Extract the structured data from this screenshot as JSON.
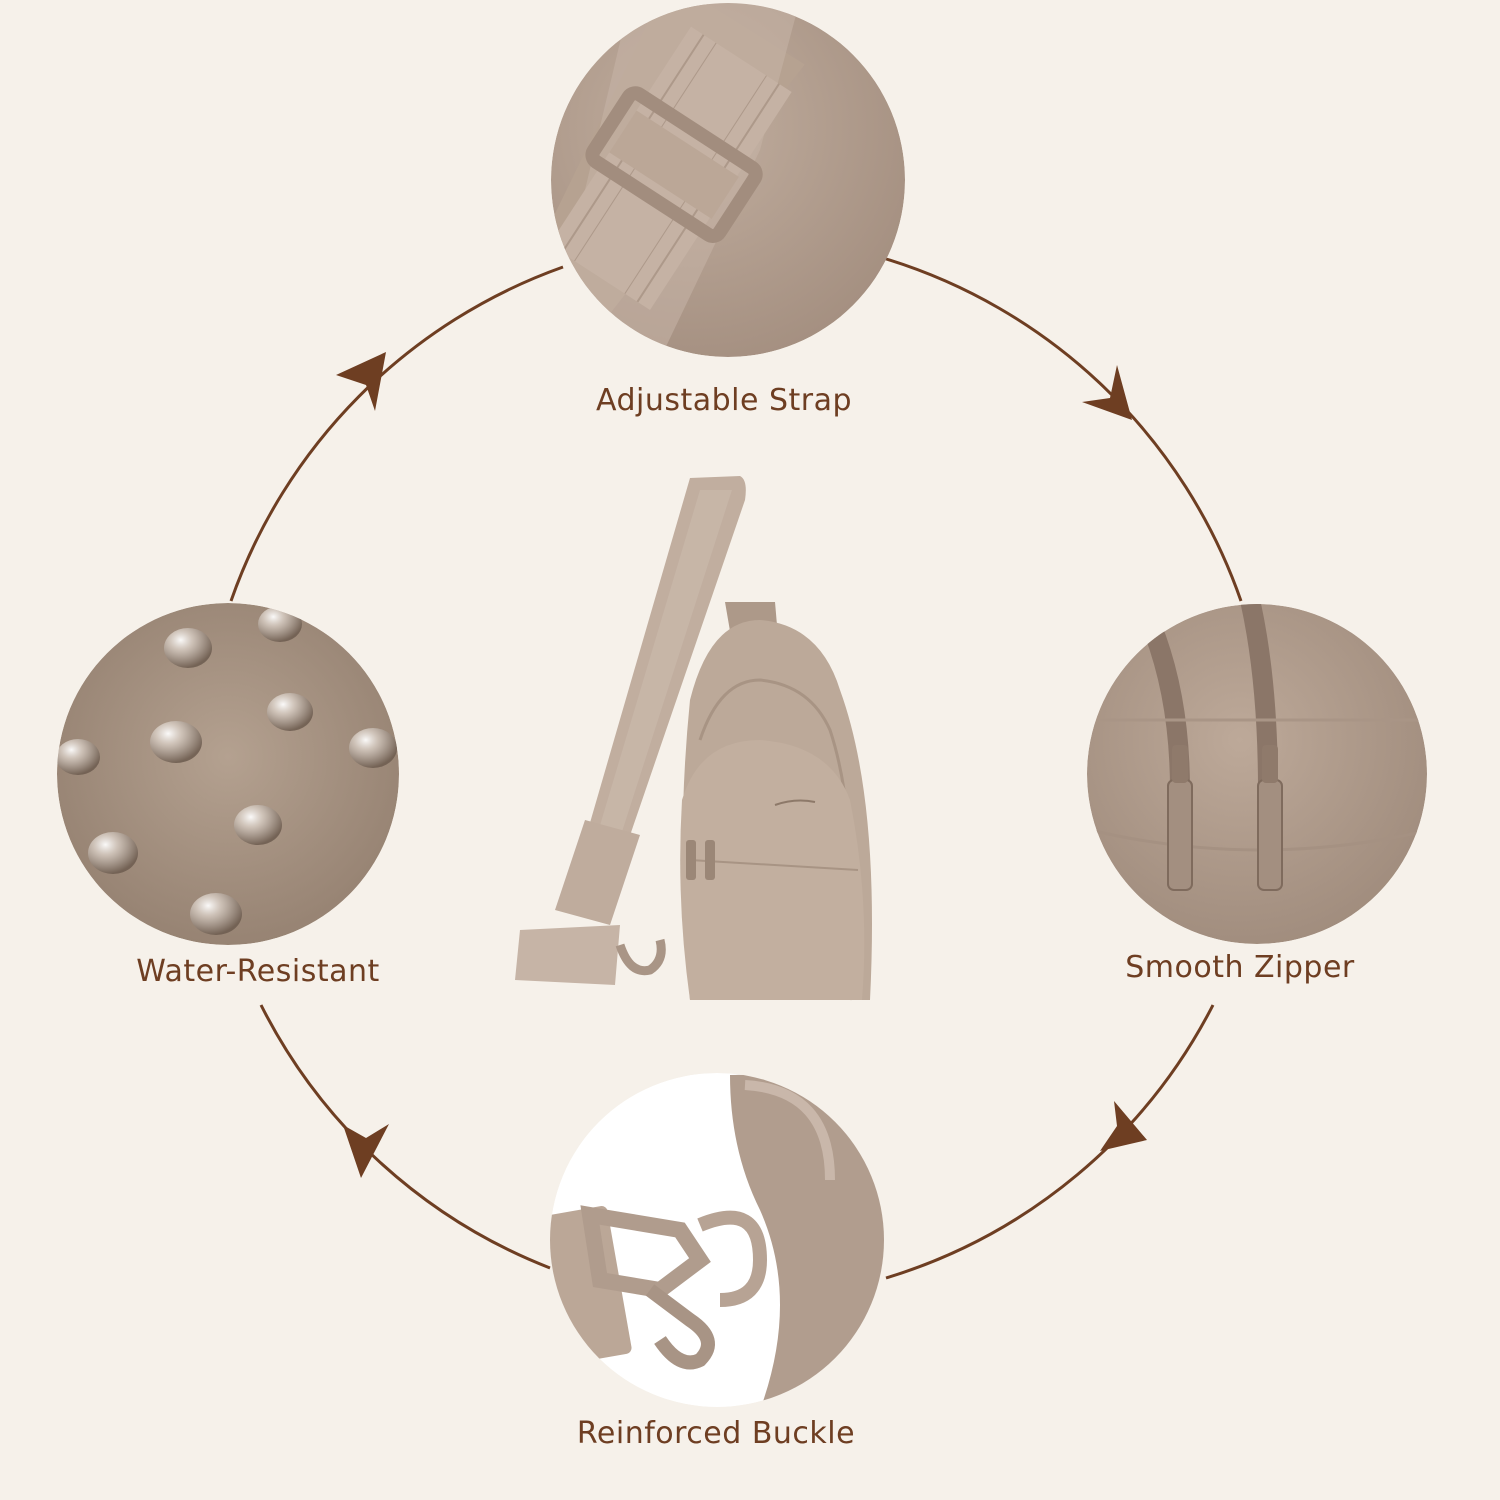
{
  "features": [
    {
      "id": "strap",
      "label": "Adjustable Strap"
    },
    {
      "id": "zipper",
      "label": "Smooth Zipper"
    },
    {
      "id": "buckle",
      "label": "Reinforced Buckle"
    },
    {
      "id": "water",
      "label": "Water-Resistant"
    }
  ],
  "colors": {
    "background": "#f6f1ea",
    "accent": "#6e3e22",
    "product": "#b9a596",
    "product_dark": "#9c887a"
  }
}
